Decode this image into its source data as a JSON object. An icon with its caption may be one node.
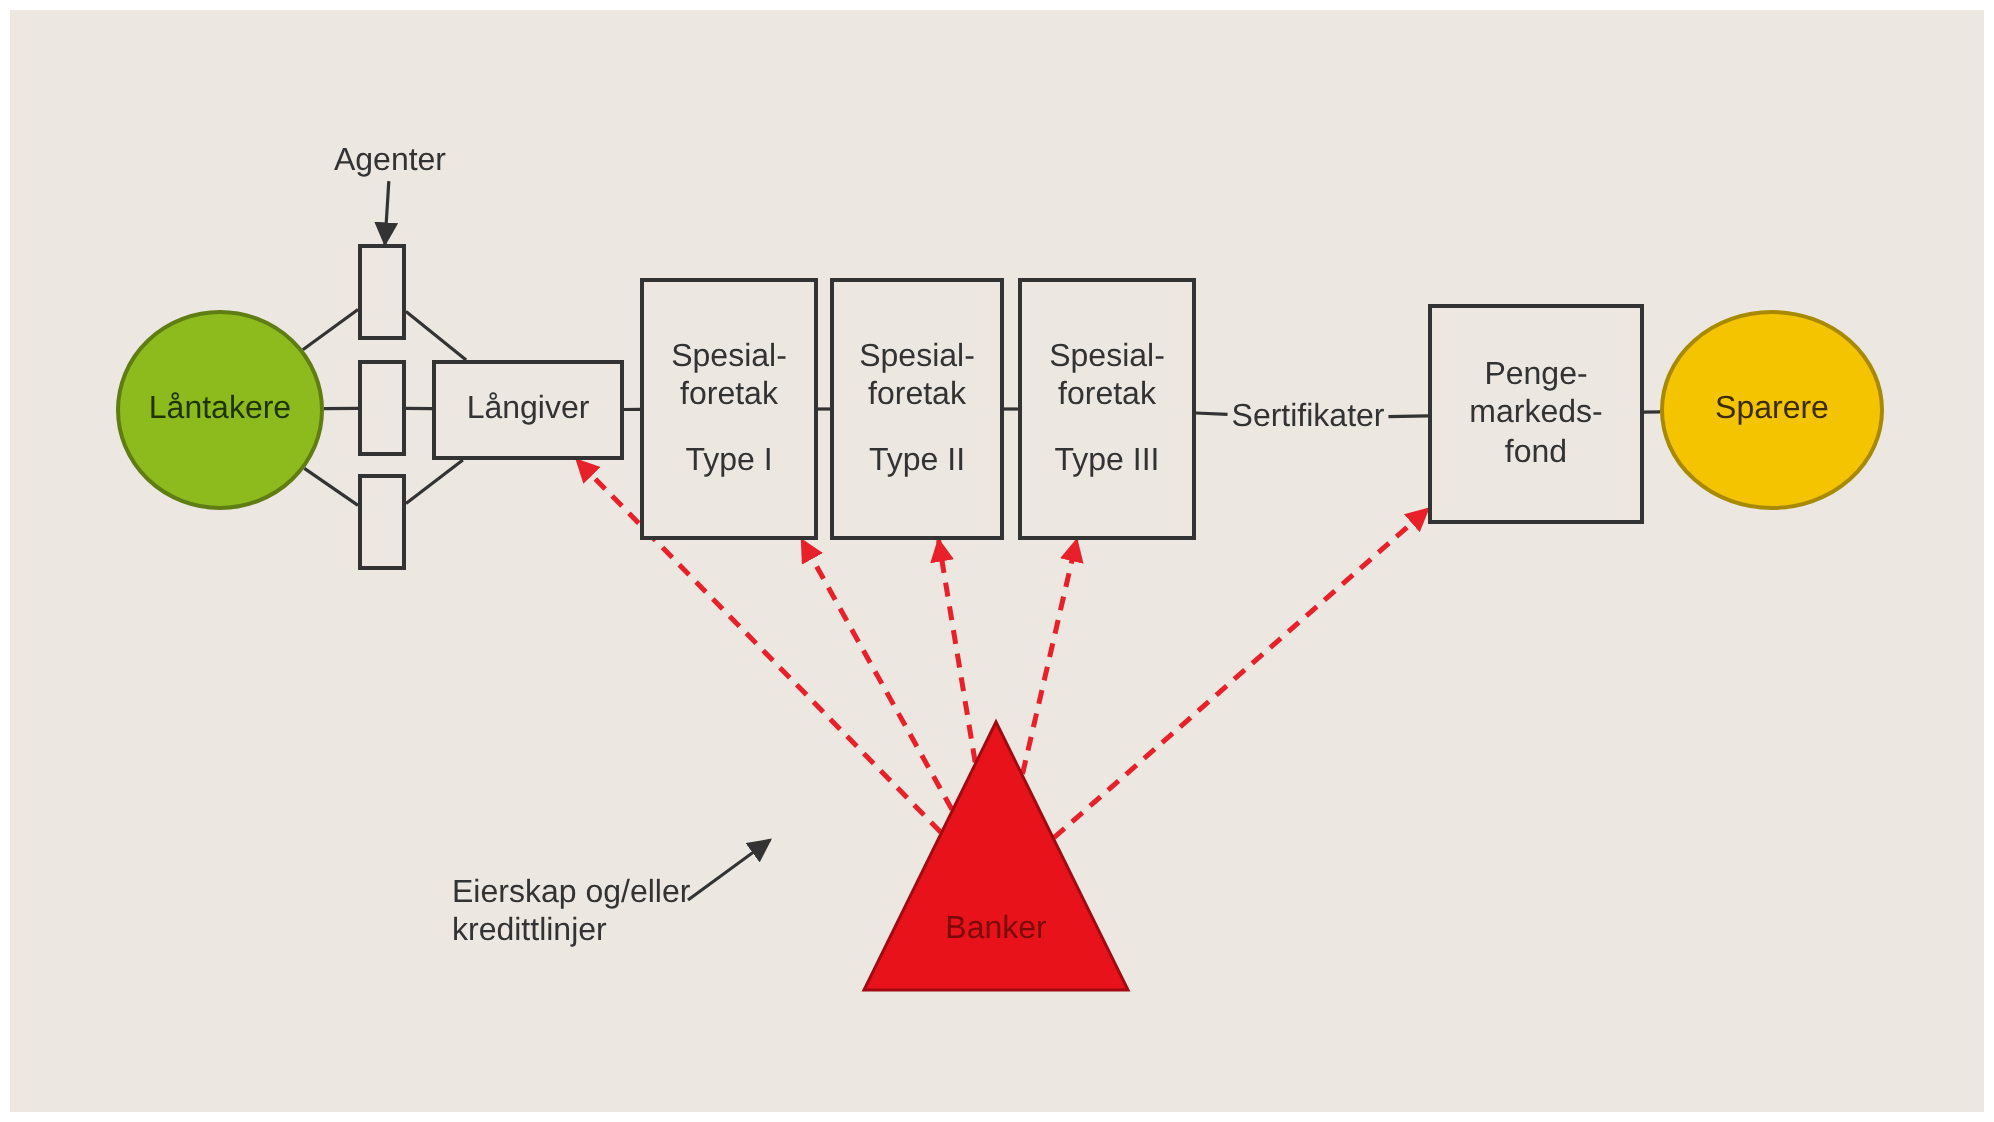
{
  "diagram": {
    "nodes": [
      {
        "text": [
          "Låntakere"
        ]
      },
      {
        "text": [
          "Agenter"
        ]
      },
      {
        "text": [],
        "shape": "box"
      },
      {
        "text": [],
        "shape": "box"
      },
      {
        "text": [],
        "shape": "box"
      },
      {
        "text": [
          "Långiver"
        ]
      },
      {
        "text": [
          "Spesial- foretak",
          "Type I"
        ]
      },
      {
        "text": [
          "Spesial- foretak",
          "Type II"
        ]
      },
      {
        "text": [
          "Spesial- foretak",
          "Type III"
        ]
      },
      {
        "text": [
          "Sertifikater"
        ]
      },
      {
        "text": [
          "Penge- markeds- fond"
        ]
      },
      {
        "text": [
          "Sparere"
        ]
      },
      {
        "text": [
          "Banker"
        ]
      },
      {
        "text": [
          "Eierskap og/eller kredittlinjer"
        ]
      }
    ],
    "edges": [
      {
        "from": 1,
        "to": 2,
        "arrow": "to"
      },
      {
        "from": 0,
        "to": 2,
        "arrow": "none"
      },
      {
        "from": 0,
        "to": 3,
        "arrow": "none"
      },
      {
        "from": 0,
        "to": 4,
        "arrow": "none"
      },
      {
        "from": 2,
        "to": 5,
        "arrow": "none"
      },
      {
        "from": 3,
        "to": 5,
        "arrow": "none"
      },
      {
        "from": 4,
        "to": 5,
        "arrow": "none"
      },
      {
        "from": 5,
        "to": 6,
        "arrow": "none"
      },
      {
        "from": 6,
        "to": 7,
        "arrow": "none"
      },
      {
        "from": 7,
        "to": 8,
        "arrow": "none"
      },
      {
        "from": 8,
        "to": 9,
        "arrow": "none"
      },
      {
        "from": 9,
        "to": 10,
        "arrow": "none"
      },
      {
        "from": 10,
        "to": 11,
        "arrow": "none"
      },
      {
        "from": 12,
        "to": 5,
        "arrow": "to",
        "style": "dashed",
        "color": "#e8202a"
      },
      {
        "from": 12,
        "to": 6,
        "arrow": "to",
        "style": "dashed",
        "color": "#e8202a"
      },
      {
        "from": 12,
        "to": 7,
        "arrow": "to",
        "style": "dashed",
        "color": "#e8202a"
      },
      {
        "from": 12,
        "to": 8,
        "arrow": "to",
        "style": "dashed",
        "color": "#e8202a"
      },
      {
        "from": 12,
        "to": 10,
        "arrow": "to",
        "style": "dashed",
        "color": "#e8202a"
      },
      {
        "from": 13,
        "to": null,
        "arrow": "to"
      }
    ]
  }
}
